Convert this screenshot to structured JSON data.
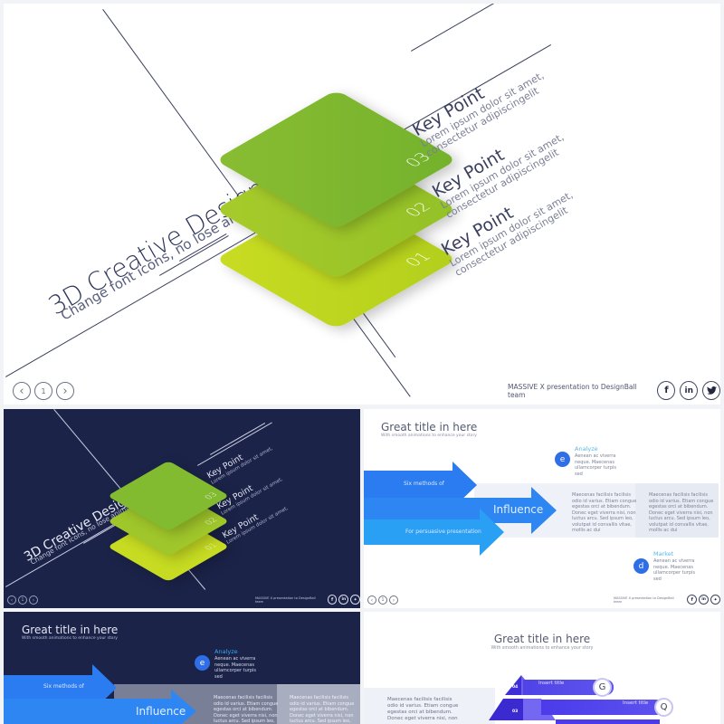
{
  "main_slide": {
    "title": "3D Creative Design",
    "subtitle": "Change font icons, no lose animation",
    "cards": [
      {
        "number": "03",
        "color": "#7db82e"
      },
      {
        "number": "02",
        "color": "#9cc52a"
      },
      {
        "number": "01",
        "color": "#bdd41d"
      }
    ],
    "key_points": [
      {
        "title": "Key Point",
        "line1": "Lorem ipsum dolor sit amet,",
        "line2": "consectetur adipiscingelit"
      },
      {
        "title": "Key Point",
        "line1": "Lorem ipsum dolor sit amet,",
        "line2": "consectetur adipiscingelit"
      },
      {
        "title": "Key Point",
        "line1": "Lorem ipsum dolor sit amet,",
        "line2": "consectetur adipiscingelit"
      }
    ],
    "nav": {
      "prev": "‹",
      "page": "1",
      "next": "›"
    },
    "footer_text": "MASSIVE X presentation to DesignBall team",
    "social": {
      "facebook": "f",
      "linkedin": "in",
      "twitter": "🐦"
    }
  },
  "influence_slide": {
    "title": "Great title in here",
    "subtitle": "With smooth animations to enhance your story",
    "arrow_top": "Six methods of",
    "arrow_mid": "Influence",
    "arrow_bottom": "For persuasive presentation",
    "analyze": {
      "icon_letter": "e",
      "title": "Analyze",
      "text": [
        "Aenean ac viverra",
        "neque. Maecenas",
        "ullamcorper turpis",
        "sed"
      ]
    },
    "market": {
      "icon_letter": "d",
      "title": "Market",
      "text": [
        "Aenean ac viverra",
        "neque. Maecenas",
        "ullamcorper turpis",
        "sed"
      ]
    },
    "col1": [
      "Maecenas facilisis facilisis",
      "odio id varius. Etiam congue",
      "egestas orci at bibendum.",
      "Donec eget viverra nisi, non",
      "luctus arcu. Sed ipsum leo,",
      "volutpat id convallis vitae,",
      "mollis ac dui"
    ],
    "col2": [
      "Maecenas facilisis facilisis",
      "odio id varius. Etiam congue",
      "egestas orci at bibendum.",
      "Donec eget viverra nisi, non",
      "luctus arcu. Sed ipsum leo,",
      "volutpat id convallis vitae,",
      "mollis ac dui"
    ],
    "colors": {
      "arrow1": "#2b7cf0",
      "arrow2": "#2e86f2",
      "arrow3": "#2aa0f5",
      "band": "#eef1f7",
      "dark_band1": "#7a7f98",
      "dark_band2": "#a9adc0"
    }
  },
  "pyramid_slide": {
    "title": "Great title in here",
    "subtitle": "With smooth animations to enhance your story",
    "text": [
      "Maecenas facilisis facilisis",
      "odio id varius. Etiam congue",
      "egestas orci at bibendum.",
      "Donec eget viverra nisi, non"
    ],
    "levels": [
      {
        "num": "04",
        "title": "Insert title",
        "letter": "G"
      },
      {
        "num": "03",
        "title": "Insert title",
        "letter": "Q"
      }
    ],
    "color": "#4b3bea"
  }
}
